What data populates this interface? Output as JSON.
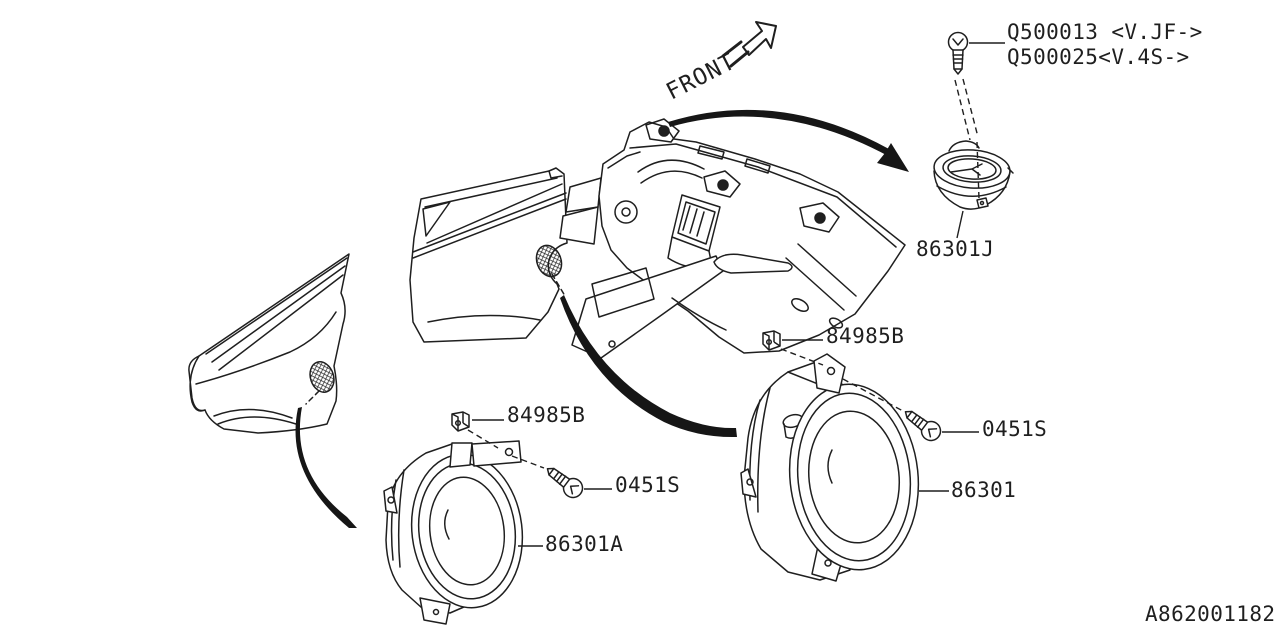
{
  "diagram": {
    "front_direction_label": "FRONT",
    "drawing_number": "A862001182",
    "background_color": "#ffffff",
    "line_color": "#1f1f1f"
  },
  "callouts": {
    "tweeter_screw_option_1": "Q500013 <V.JF->",
    "tweeter_screw_option_2": "Q500025<V.4S->",
    "tweeter_speaker": "86301J",
    "front_speaker_clip": "84985B",
    "front_speaker_screw": "0451S",
    "front_door_speaker": "86301",
    "rear_speaker_clip": "84985B",
    "rear_speaker_screw": "0451S",
    "rear_door_speaker": "86301A"
  },
  "icons": {
    "front_arrow": "direction-arrow-icon",
    "tweeter_screw": "tapping-screw-icon",
    "speaker_screws": "tapping-screw-icon",
    "speaker_clips": "mount-clip-icon",
    "speaker_positions": "crosshatch-hole"
  }
}
